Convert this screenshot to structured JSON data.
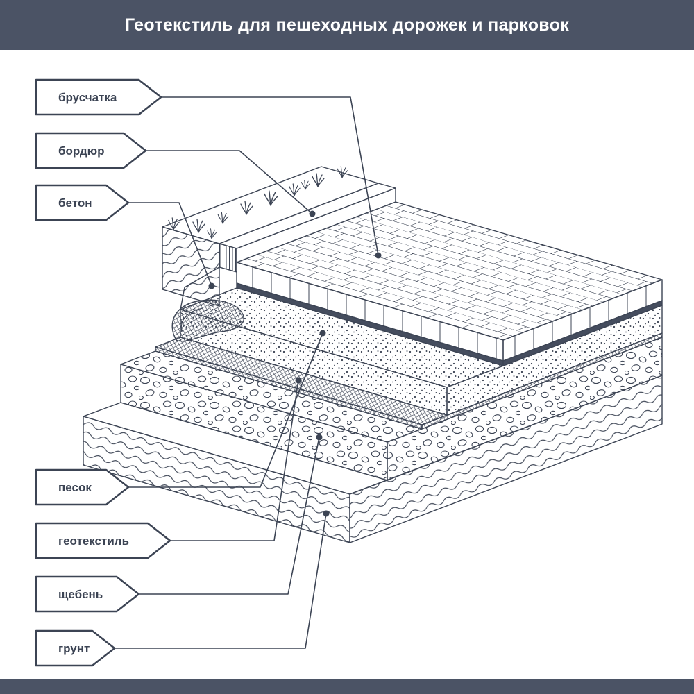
{
  "title": "Геотекстиль для пешеходных дорожек и парковок",
  "labels": [
    {
      "id": "paving-stone",
      "text": "брусчатка"
    },
    {
      "id": "curb",
      "text": "бордюр"
    },
    {
      "id": "concrete",
      "text": "бетон"
    },
    {
      "id": "sand",
      "text": "песок"
    },
    {
      "id": "geotextile",
      "text": "геотекстиль"
    },
    {
      "id": "crushed-stone",
      "text": "щебень"
    },
    {
      "id": "soil",
      "text": "грунт"
    }
  ],
  "colors": {
    "header_bg": "#4b5365",
    "footer_bg": "#4b5365",
    "line": "#3c4454",
    "paper": "#ffffff"
  }
}
